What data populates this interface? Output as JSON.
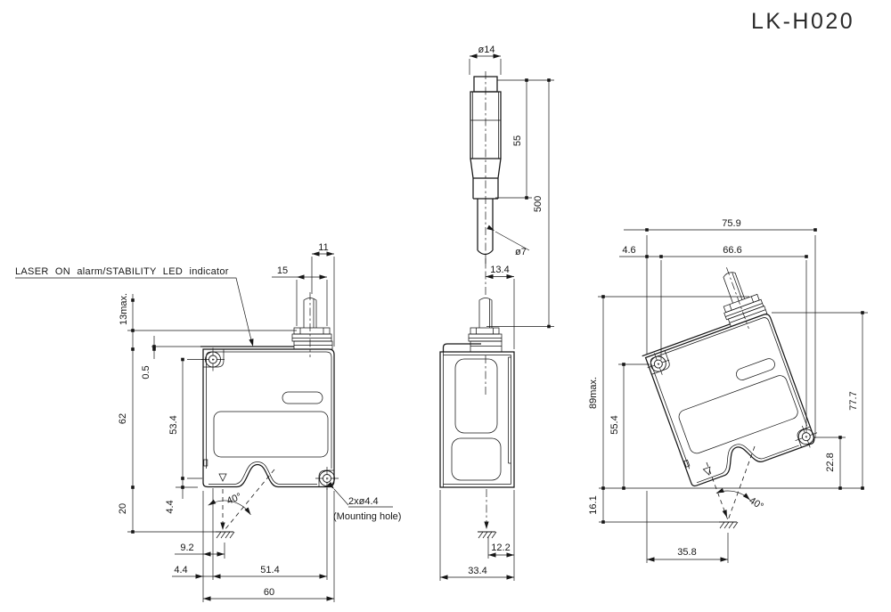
{
  "title": "LK-H020",
  "labels": {
    "led_indicator": "LASER ON alarm/STABILITY LED indicator",
    "mounting_hole_qty": "2xø4.4",
    "mounting_hole_note": "(Mounting hole)"
  },
  "front_view": {
    "dim_gland_height": "13max.",
    "dim_plate_offset": "0.5",
    "dim_body_height": "62",
    "dim_hole_span_v": "53.4",
    "dim_ref_distance": "20",
    "dim_hole_bottom_offset": "4.4",
    "dim_cable_center": "11",
    "dim_gland_width": "15",
    "dim_ref_offset": "9.2",
    "dim_hole_left_offset": "4.4",
    "dim_hole_span_h": "51.4",
    "dim_body_width": "60",
    "dim_beam_angle": "40°"
  },
  "cable": {
    "dim_connector_dia": "ø14",
    "dim_connector_len": "55",
    "dim_cable_len": "500",
    "dim_cable_dia": "ø7"
  },
  "side_view": {
    "dim_cable_offset": "13.4",
    "dim_ref_offset": "12.2",
    "dim_body_depth": "33.4"
  },
  "tilted_view": {
    "dim_total_width": "75.9",
    "dim_hole_offset": "4.6",
    "dim_hole_span": "66.6",
    "dim_total_height": "89max.",
    "dim_hole_height": "55.4",
    "dim_ref_drop": "16.1",
    "dim_right_height": "77.7",
    "dim_hole_bottom": "22.8",
    "dim_ref_offset": "35.8",
    "dim_beam_angle": "40°"
  }
}
